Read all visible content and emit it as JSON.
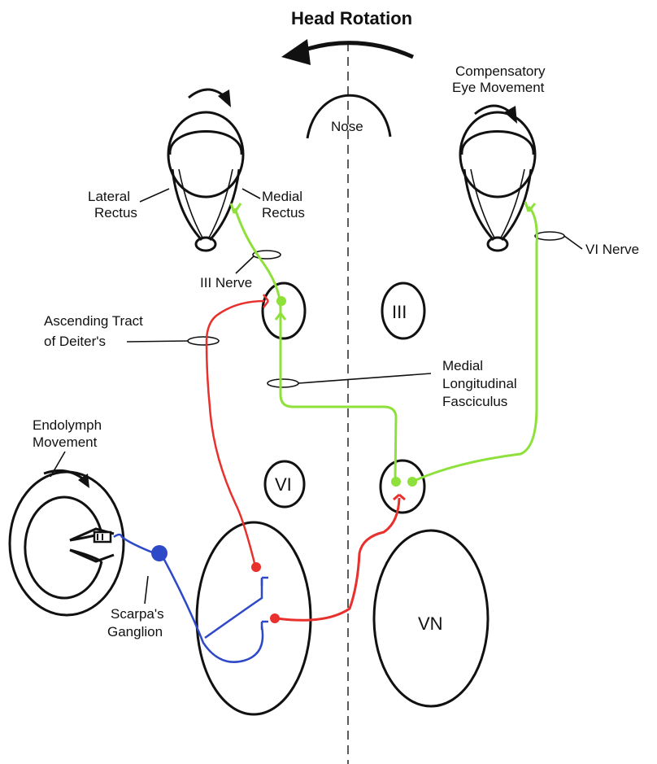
{
  "title": "Head Rotation",
  "labels": {
    "nose": "Nose",
    "compensatory_line1": "Compensatory",
    "compensatory_line2": "Eye Movement",
    "lateral_line1": "Lateral",
    "lateral_line2": "Rectus",
    "medial_line1": "Medial",
    "medial_line2": "Rectus",
    "iii_nerve": "III Nerve",
    "vi_nerve": "VI Nerve",
    "ascending_line1": "Ascending Tract",
    "ascending_line2": "of Deiter's",
    "mlf_line1": "Medial",
    "mlf_line2": "Longitudinal",
    "mlf_line3": "Fasciculus",
    "endolymph_line1": "Endolymph",
    "endolymph_line2": "Movement",
    "scarpa_line1": "Scarpa's",
    "scarpa_line2": "Ganglion",
    "nucleus_iii": "III",
    "nucleus_vi": "VI",
    "nucleus_vn": "VN"
  },
  "colors": {
    "green": "#8ee03a",
    "red": "#e8302c",
    "blue": "#2e49c8",
    "ink": "#111111"
  }
}
